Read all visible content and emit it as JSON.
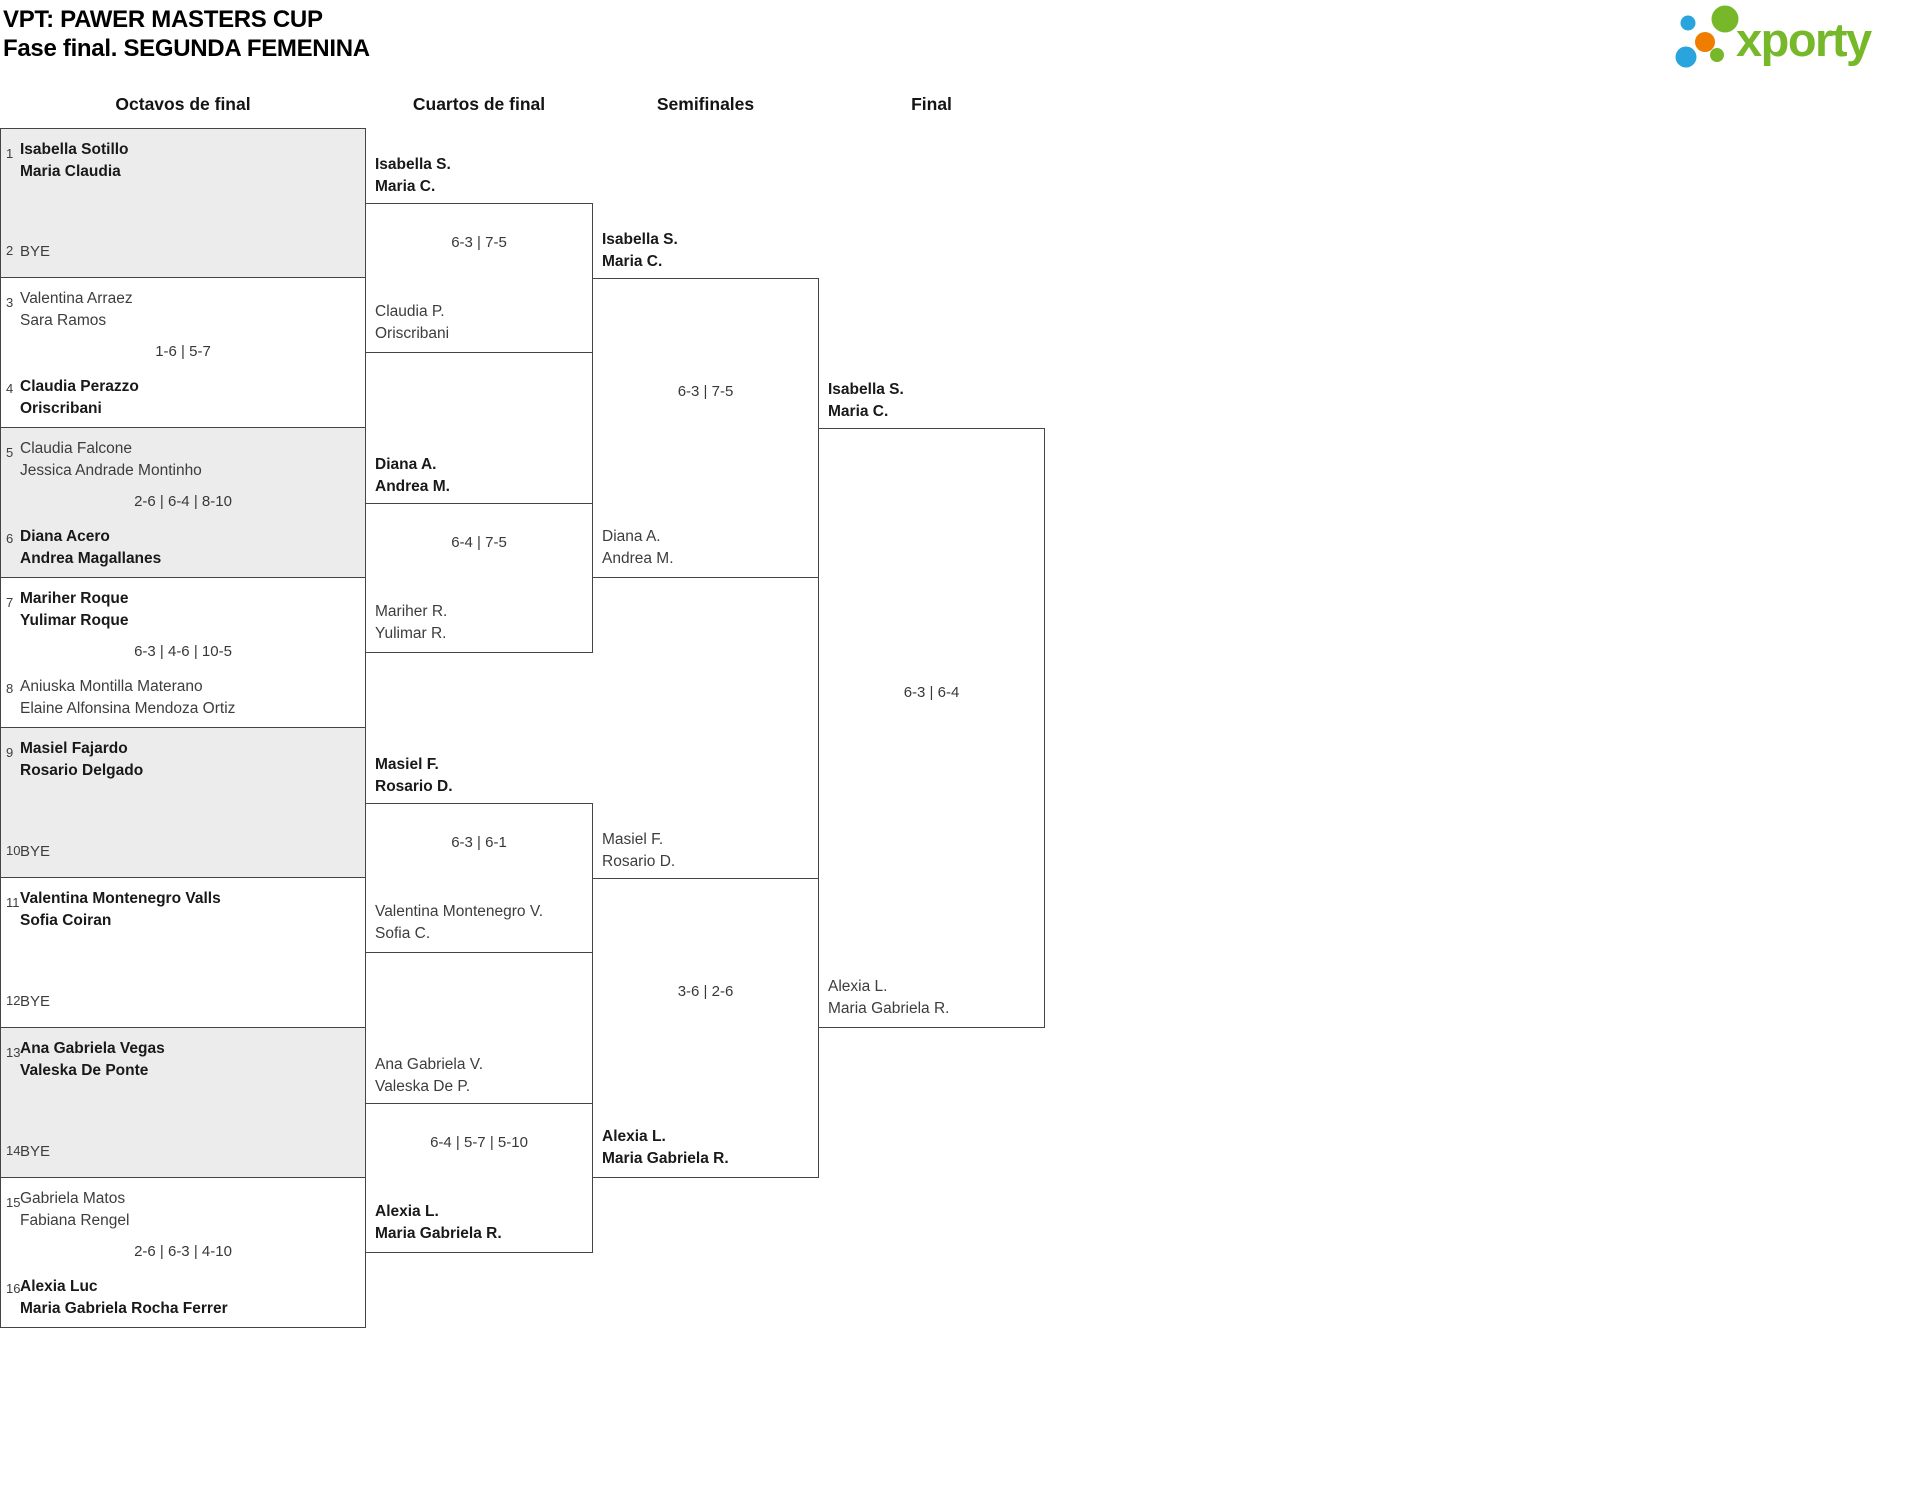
{
  "title": {
    "line1": "VPT: PAWER MASTERS CUP",
    "line2": "Fase final. SEGUNDA FEMENINA"
  },
  "logo": {
    "text": "xporty"
  },
  "round_headers": {
    "r16": "Octavos de final",
    "qf": "Cuartos de final",
    "sf": "Semifinales",
    "f": "Final"
  },
  "octavos": [
    {
      "seed_top": "1",
      "team_top": [
        "Isabella Sotillo",
        "Maria Claudia"
      ],
      "winner": "top",
      "seed_bottom": "2",
      "bye": "BYE",
      "score": "",
      "shaded": true
    },
    {
      "seed_top": "3",
      "team_top": [
        "Valentina Arraez",
        "Sara Ramos"
      ],
      "winner": "bottom",
      "score": "1-6 | 5-7",
      "seed_bottom": "4",
      "team_bottom": [
        "Claudia Perazzo",
        "Oriscribani"
      ],
      "shaded": false
    },
    {
      "seed_top": "5",
      "team_top": [
        "Claudia Falcone",
        "Jessica Andrade Montinho"
      ],
      "winner": "bottom",
      "score": "2-6 | 6-4 | 8-10",
      "seed_bottom": "6",
      "team_bottom": [
        "Diana Acero",
        "Andrea Magallanes"
      ],
      "shaded": true
    },
    {
      "seed_top": "7",
      "team_top": [
        "Mariher Roque",
        "Yulimar Roque"
      ],
      "winner": "top",
      "score": "6-3 | 4-6 | 10-5",
      "seed_bottom": "8",
      "team_bottom": [
        "Aniuska Montilla Materano",
        "Elaine Alfonsina Mendoza Ortiz"
      ],
      "shaded": false
    },
    {
      "seed_top": "9",
      "team_top": [
        "Masiel Fajardo",
        "Rosario Delgado"
      ],
      "winner": "top",
      "seed_bottom": "10",
      "bye": "BYE",
      "score": "",
      "shaded": true
    },
    {
      "seed_top": "11",
      "team_top": [
        "Valentina Montenegro Valls",
        "Sofia Coiran"
      ],
      "winner": "top",
      "seed_bottom": "12",
      "bye": "BYE",
      "score": "",
      "shaded": false
    },
    {
      "seed_top": "13",
      "team_top": [
        "Ana Gabriela Vegas",
        "Valeska De Ponte"
      ],
      "winner": "top",
      "seed_bottom": "14",
      "bye": "BYE",
      "score": "",
      "shaded": true
    },
    {
      "seed_top": "15",
      "team_top": [
        "Gabriela Matos",
        "Fabiana Rengel"
      ],
      "winner": "bottom",
      "score": "2-6 | 6-3 | 4-10",
      "seed_bottom": "16",
      "team_bottom": [
        "Alexia Luc",
        "Maria Gabriela Rocha Ferrer"
      ],
      "shaded": false
    }
  ],
  "cuartos": [
    {
      "team_top": [
        "Isabella S.",
        "Maria C."
      ],
      "team_bottom": [
        "Claudia P.",
        "Oriscribani"
      ],
      "score": "6-3 | 7-5",
      "winner": "top"
    },
    {
      "team_top": [
        "Diana A.",
        "Andrea M."
      ],
      "team_bottom": [
        "Mariher R.",
        "Yulimar R."
      ],
      "score": "6-4 | 7-5",
      "winner": "top"
    },
    {
      "team_top": [
        "Masiel F.",
        "Rosario D."
      ],
      "team_bottom": [
        "Valentina Montenegro V.",
        "Sofia C."
      ],
      "score": "6-3 | 6-1",
      "winner": "top"
    },
    {
      "team_top": [
        "Ana Gabriela V.",
        "Valeska De P."
      ],
      "team_bottom": [
        "Alexia L.",
        "Maria Gabriela R."
      ],
      "score": "6-4 | 5-7 | 5-10",
      "winner": "bottom"
    }
  ],
  "semifinales": [
    {
      "team_top": [
        "Isabella S.",
        "Maria C."
      ],
      "team_bottom": [
        "Diana A.",
        "Andrea M."
      ],
      "score": "6-3 | 7-5",
      "winner": "top"
    },
    {
      "team_top": [
        "Masiel F.",
        "Rosario D."
      ],
      "team_bottom": [
        "Alexia L.",
        "Maria Gabriela R."
      ],
      "score": "3-6 | 2-6",
      "winner": "bottom"
    }
  ],
  "final": {
    "team_top": [
      "Isabella S.",
      "Maria C."
    ],
    "team_bottom": [
      "Alexia L.",
      "Maria Gabriela R."
    ],
    "score": "6-3 | 6-4",
    "winner": "top"
  },
  "colors": {
    "logo-green": "#76b82a",
    "logo-orange": "#ee7d00",
    "logo-blue": "#2aa4dc",
    "shade": "#ececec",
    "line": "#454545"
  }
}
